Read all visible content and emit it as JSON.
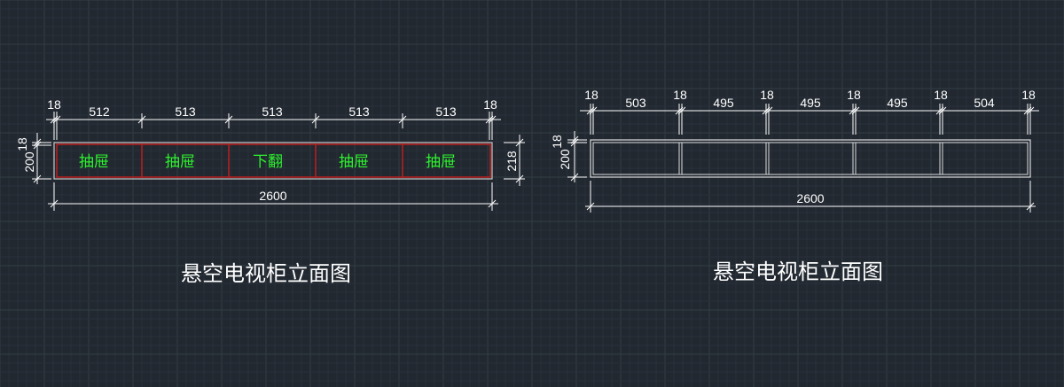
{
  "colors": {
    "background": "#212830",
    "grid_minor": "#2a313a",
    "grid_major": "#333b45",
    "dimension": "#ffffff",
    "outline_left": "#c8c8c8",
    "divider_red": "#c81e1e",
    "label_green": "#2df22d"
  },
  "left_drawing": {
    "title": "悬空电视柜立面图",
    "top_dims": [
      "18",
      "512",
      "513",
      "513",
      "513",
      "513",
      "18"
    ],
    "left_dims": {
      "top": "18",
      "height": "200"
    },
    "right_dim": "218",
    "bottom_dim": "2600",
    "compartments": [
      "抽屉",
      "抽屉",
      "下翻",
      "抽屉",
      "抽屉"
    ]
  },
  "right_drawing": {
    "title": "悬空电视柜立面图",
    "top_dims": [
      "18",
      "503",
      "18",
      "495",
      "18",
      "495",
      "18",
      "495",
      "18",
      "504",
      "18"
    ],
    "left_dims": {
      "top": "18",
      "height": "200"
    },
    "bottom_dim": "2600"
  }
}
